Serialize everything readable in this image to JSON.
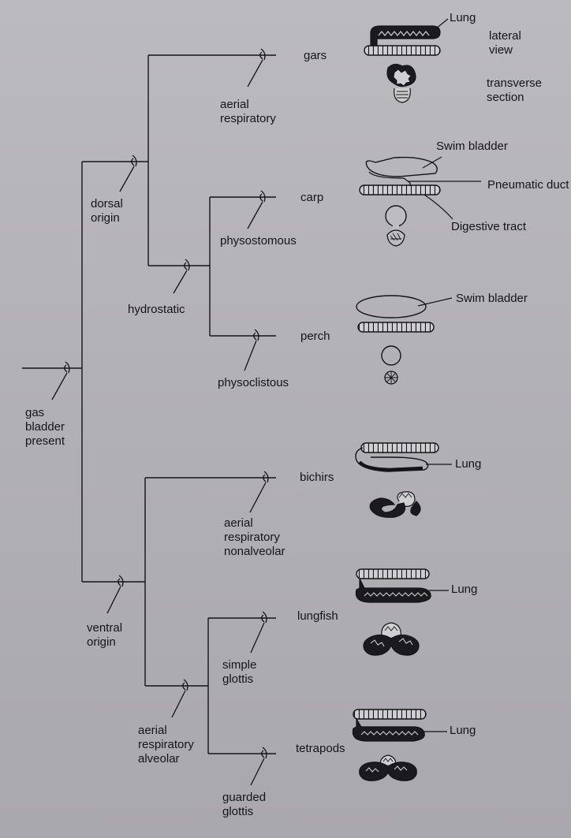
{
  "taxa": {
    "gars": "gars",
    "carp": "carp",
    "perch": "perch",
    "bichirs": "bichirs",
    "lungfish": "lungfish",
    "tetrapods": "tetrapods"
  },
  "traits": {
    "gas_bladder": [
      "gas",
      "bladder",
      "present"
    ],
    "dorsal": [
      "dorsal",
      "origin"
    ],
    "ventral": [
      "ventral",
      "origin"
    ],
    "hydrostatic": [
      "hydrostatic"
    ],
    "gars_aerial": [
      "aerial",
      "respiratory"
    ],
    "physostomous": [
      "physostomous"
    ],
    "physoclistous": [
      "physoclistous"
    ],
    "bichirs_aerial": [
      "aerial",
      "respiratory",
      "nonalveolar"
    ],
    "aerial_alveolar": [
      "aerial",
      "respiratory",
      "alveolar"
    ],
    "simple_glottis": [
      "simple",
      "glottis"
    ],
    "guarded_glottis": [
      "guarded",
      "glottis"
    ]
  },
  "annotations": {
    "lung_gars": "Lung",
    "lateral_view": [
      "lateral",
      "view"
    ],
    "transverse_section": [
      "transverse",
      "section"
    ],
    "swim_bladder_carp": "Swim bladder",
    "pneumatic_duct": "Pneumatic duct",
    "digestive_tract": "Digestive tract",
    "swim_bladder_perch": "Swim bladder",
    "lung_bichirs": "Lung",
    "lung_lungfish": "Lung",
    "lung_tetrapods": "Lung"
  },
  "colors": {
    "ink": "#141418",
    "paper": "#b3b2b6"
  }
}
